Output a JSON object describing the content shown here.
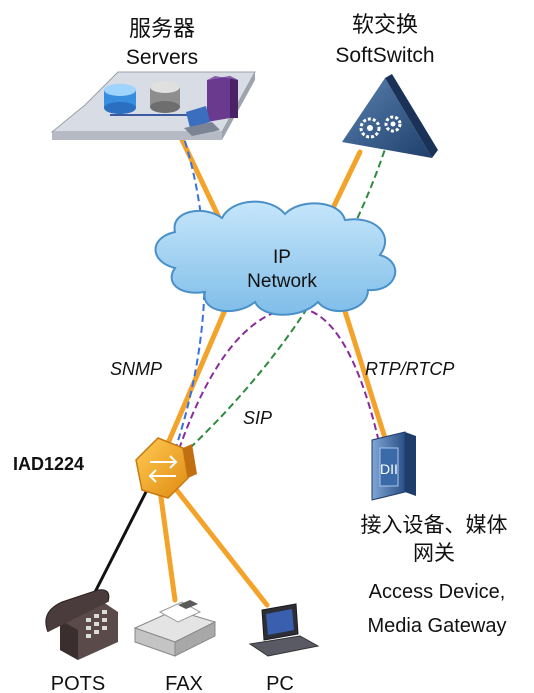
{
  "nodes": {
    "servers": {
      "label_zh": "服务器",
      "label_en": "Servers"
    },
    "softswitch": {
      "label_zh": "软交换",
      "label_en": "SoftSwitch"
    },
    "ip_network": {
      "line1": "IP",
      "line2": "Network"
    },
    "iad": {
      "label": "IAD1224"
    },
    "access_device": {
      "label_zh": "接入设备、媒体",
      "label_zh2": "网关",
      "label_en1": "Access Device,",
      "label_en2": "Media Gateway"
    },
    "pots": {
      "label": "POTS"
    },
    "fax": {
      "label": "FAX"
    },
    "pc": {
      "label": "PC"
    }
  },
  "protocols": {
    "snmp": "SNMP",
    "sip": "SIP",
    "rtp_rtcp": "RTP/RTCP"
  },
  "colors": {
    "orange_link": "#f4a32a",
    "black_link": "#111111",
    "snmp_dash": "#3a6fe0",
    "sip_dash": "#2e8b3e",
    "rtp_dash": "#8a2a9e",
    "cloud_fill": "#9fd0f2",
    "cloud_stroke": "#4a90c8"
  }
}
